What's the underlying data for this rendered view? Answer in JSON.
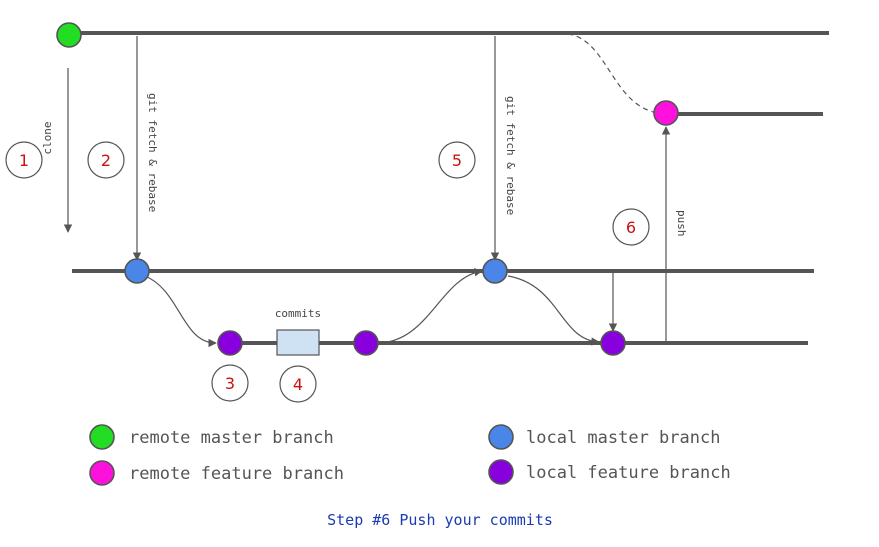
{
  "colors": {
    "remote_master": "#22dd22",
    "remote_feature": "#ff11dd",
    "local_master": "#4a86e8",
    "local_feature": "#8800dd",
    "commit_box": "#cfe2f3",
    "step_number": "#cc1111",
    "caption": "#1a3bb3"
  },
  "labels": {
    "clone": "clone",
    "fetch_rebase_1": "git fetch & rebase",
    "fetch_rebase_2": "git fetch & rebase",
    "commits": "commits",
    "push": "push"
  },
  "steps": [
    "1",
    "2",
    "3",
    "4",
    "5",
    "6"
  ],
  "legend": {
    "remote_master": "remote master branch",
    "remote_feature": "remote feature branch",
    "local_master": "local master branch",
    "local_feature": "local feature branch"
  },
  "caption": "Step #6 Push your commits"
}
